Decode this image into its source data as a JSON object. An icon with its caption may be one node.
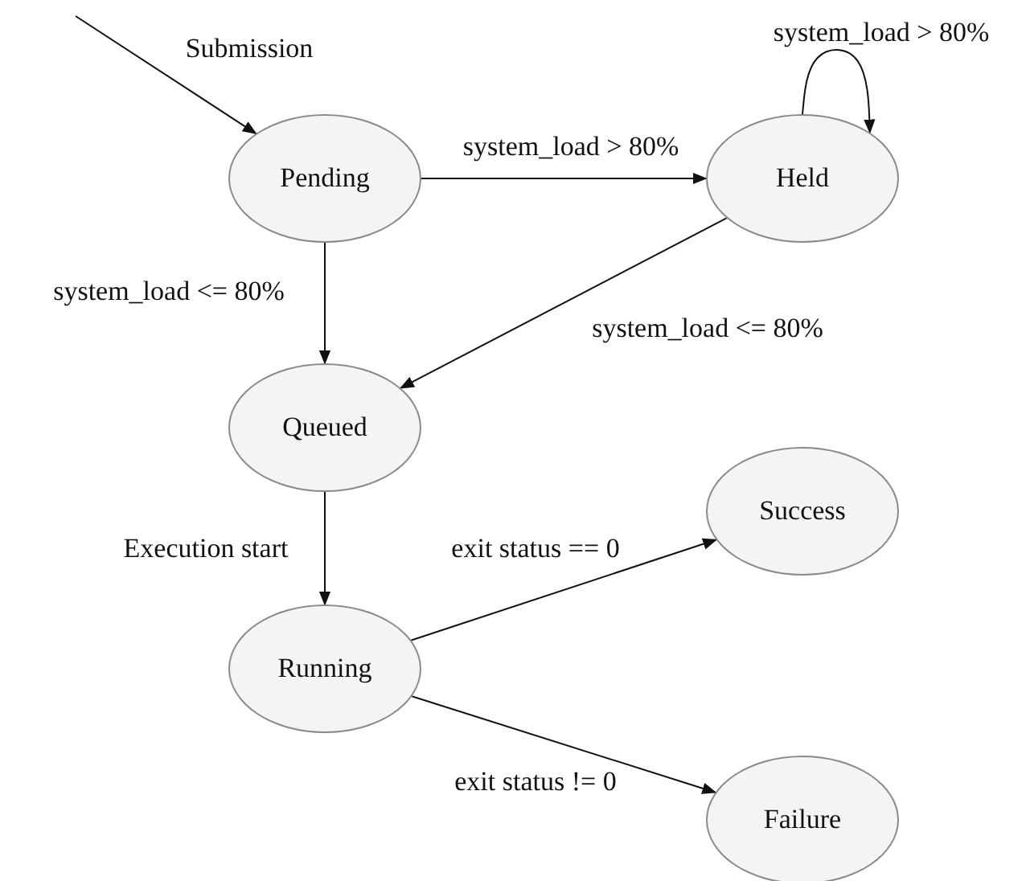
{
  "diagram": {
    "nodes": [
      {
        "text": [
          "Pending"
        ]
      },
      {
        "text": [
          "Held"
        ]
      },
      {
        "text": [
          "Queued"
        ]
      },
      {
        "text": [
          "Running"
        ]
      },
      {
        "text": [
          "Success"
        ]
      },
      {
        "text": [
          "Failure"
        ]
      }
    ],
    "edges": [
      {
        "from": null,
        "to": 0,
        "arrow": "to",
        "label": "Submission"
      },
      {
        "from": 0,
        "to": 1,
        "arrow": "to",
        "label": "system_load > 80%"
      },
      {
        "from": 1,
        "to": 1,
        "arrow": "to",
        "label": "system_load > 80%"
      },
      {
        "from": 0,
        "to": 2,
        "arrow": "to",
        "label": "system_load <= 80%"
      },
      {
        "from": 1,
        "to": 2,
        "arrow": "to",
        "label": "system_load <= 80%"
      },
      {
        "from": 2,
        "to": 3,
        "arrow": "to",
        "label": "Execution start"
      },
      {
        "from": 3,
        "to": 4,
        "arrow": "to",
        "label": "exit status == 0"
      },
      {
        "from": 3,
        "to": 5,
        "arrow": "to",
        "label": "exit status != 0"
      }
    ]
  }
}
